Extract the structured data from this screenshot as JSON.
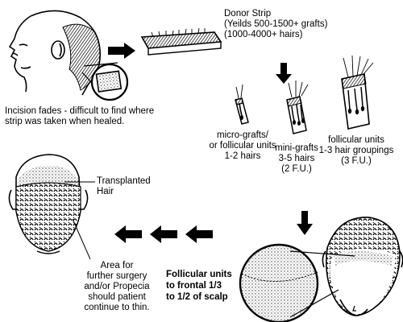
{
  "labels": {
    "donor_strip_title": "Donor Strip",
    "donor_strip_grafts": "(Yeilds 500-1500+ grafts)",
    "donor_strip_hairs": "(1000-4000+ hairs)",
    "incision_line1": "Incision fades - difficult to find where",
    "incision_line2": "strip was taken when healed.",
    "micro_line1": "micro-grafts/",
    "micro_line2": "or follicular units",
    "micro_line3": "1-2 hairs",
    "mini_line1": "mini-grafts",
    "mini_line2": "3-5 hairs",
    "mini_line3": "(2 F.U.)",
    "fu_line1": "follicular units",
    "fu_line2": "1-3 hair groupings",
    "fu_line3": "(3 F.U.)",
    "transplanted_line1": "Transplanted",
    "transplanted_line2": "Hair",
    "area_line1": "Area for",
    "area_line2": "further surgery",
    "area_line3": "and/or Propecia",
    "area_line4": "should patient",
    "area_line5": "continue to thin.",
    "frontal_line1": "Follicular units",
    "frontal_line2": "to frontal 1/3",
    "frontal_line3": "to 1/2 of scalp"
  },
  "colors": {
    "ink": "#000000",
    "paper": "#ffffff",
    "stipple": "#555555"
  }
}
